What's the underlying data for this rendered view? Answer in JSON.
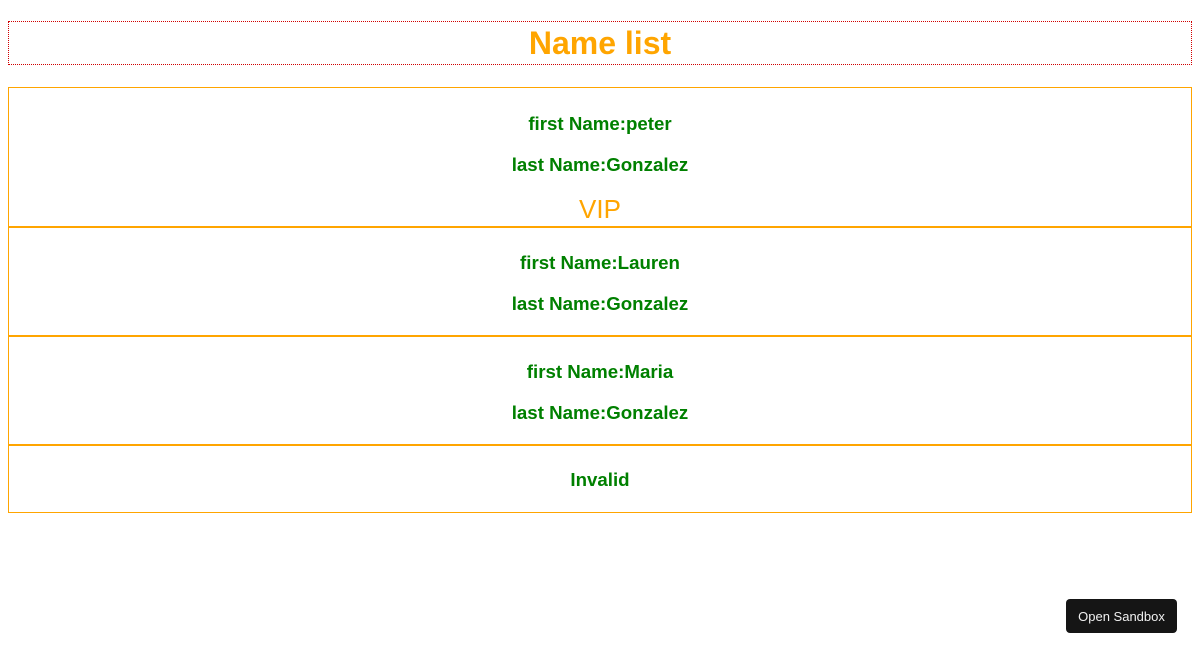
{
  "header": {
    "title": "Name list"
  },
  "people": [
    {
      "first": "first Name:peter",
      "last": "last Name:Gonzalez",
      "badge": "VIP"
    },
    {
      "first": "first Name:Lauren",
      "last": "last Name:Gonzalez"
    },
    {
      "first": "first Name:Maria",
      "last": "last Name:Gonzalez"
    }
  ],
  "invalid_entry": {
    "label": "Invalid"
  },
  "sandbox_button": {
    "label": "Open Sandbox"
  },
  "colors": {
    "title": "#ffa500",
    "name_text": "#008000",
    "card_border": "#ffa500",
    "header_border": "#d00000",
    "button_bg": "#151515"
  }
}
